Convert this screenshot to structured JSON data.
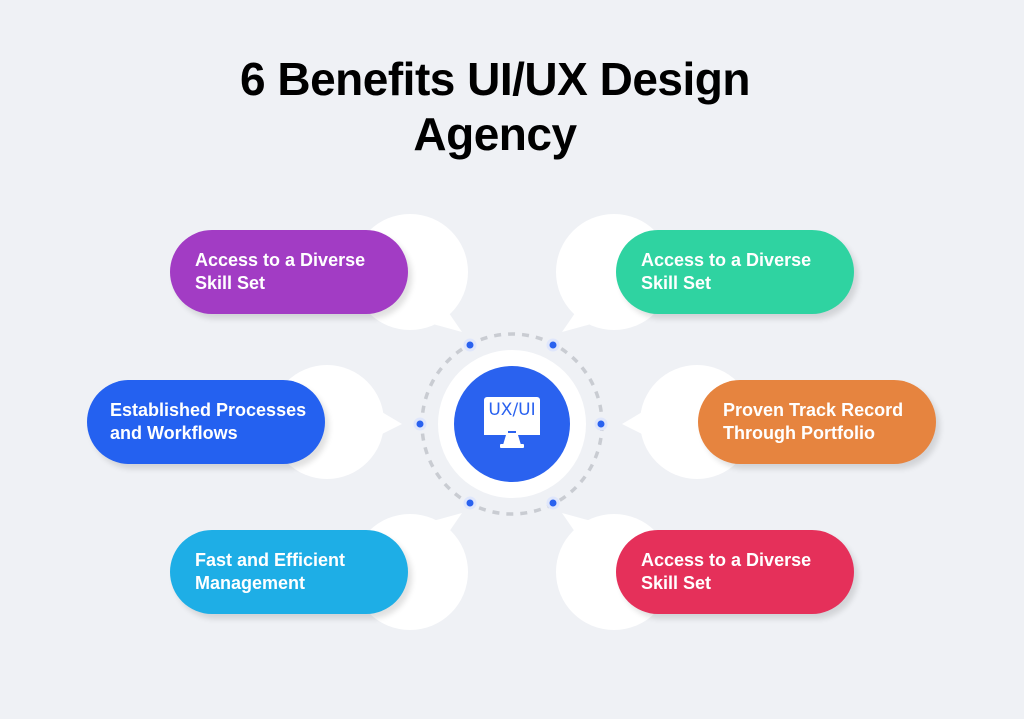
{
  "title": {
    "line1": "6 Benefits UI/UX Design",
    "line2": "Agency"
  },
  "center": {
    "label": "UX/UI",
    "icon": "monitor-icon",
    "color": "#2a62ef"
  },
  "benefits": [
    {
      "label_line1": "Access to a Diverse",
      "label_line2": "Skill Set",
      "color": "#a23cc4"
    },
    {
      "label_line1": "Access to a Diverse",
      "label_line2": "Skill Set",
      "color": "#2fd3a1"
    },
    {
      "label_line1": "Established Processes",
      "label_line2": "and Workflows",
      "color": "#2461f0"
    },
    {
      "label_line1": "Proven Track Record",
      "label_line2": "Through Portfolio",
      "color": "#e6843f"
    },
    {
      "label_line1": "Fast and Efficient",
      "label_line2": "Management",
      "color": "#1eaee6"
    },
    {
      "label_line1": "Access to a Diverse",
      "label_line2": "Skill Set",
      "color": "#e5305a"
    }
  ]
}
